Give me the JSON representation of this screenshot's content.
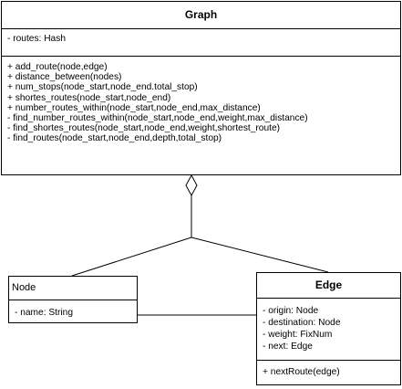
{
  "classes": {
    "graph": {
      "name": "Graph",
      "attributes": [
        "- routes: Hash"
      ],
      "methods": [
        "+ add_route(node,edge)",
        "+ distance_between(nodes)",
        "+ num_stops(node_start,node_end.total_stop)",
        "+ shortes_routes(node_start,node_end)",
        "+ number_routes_within(node_start,node_end,max_distance)",
        "- find_number_routes_within(node_start,node_end,weight,max_distance)",
        "- find_shortes_routes(node_start,node_end,weight,shortest_route)",
        "- find_routes(node_start,node_end,depth,total_stop)"
      ]
    },
    "node": {
      "name": "Node",
      "attributes": [
        "- name: String"
      ]
    },
    "edge": {
      "name": "Edge",
      "attributes": [
        "- origin: Node",
        "- destination: Node",
        "- weight: FixNum",
        "- next: Edge"
      ],
      "methods": [
        "+ nextRoute(edge)"
      ]
    }
  },
  "relations": [
    {
      "type": "aggregation",
      "whole": "Graph",
      "parts": [
        "Node",
        "Edge"
      ]
    },
    {
      "type": "association",
      "from": "Node",
      "to": "Edge"
    }
  ]
}
